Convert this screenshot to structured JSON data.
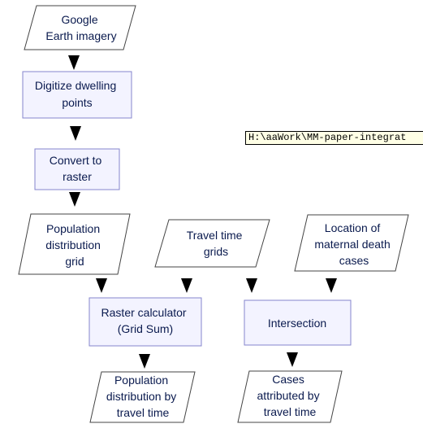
{
  "nodes": {
    "google_earth_imagery": {
      "lines": [
        "Google",
        "Earth imagery"
      ]
    },
    "digitize_dwelling_points": {
      "lines": [
        "Digitize dwelling",
        "points"
      ]
    },
    "convert_to_raster": {
      "lines": [
        "Convert to",
        "raster"
      ]
    },
    "population_distribution_grid": {
      "lines": [
        "Population",
        "distribution",
        "grid"
      ]
    },
    "travel_time_grids": {
      "lines": [
        "Travel time",
        "grids"
      ]
    },
    "location_of_maternal_death_cases": {
      "lines": [
        "Location of",
        "maternal death",
        "cases"
      ]
    },
    "raster_calculator": {
      "lines": [
        "Raster calculator",
        "(Grid Sum)"
      ]
    },
    "intersection": {
      "lines": [
        "Intersection"
      ]
    },
    "population_distribution_by_travel_time": {
      "lines": [
        "Population",
        "distribution by",
        "travel time"
      ]
    },
    "cases_attributed_by_travel_time": {
      "lines": [
        "Cases",
        "attributed by",
        "travel time"
      ]
    }
  },
  "tooltip": {
    "path_text": "H:\\aaWork\\MM-paper-integrat"
  },
  "colors": {
    "box_fill": "#f3f3ff",
    "box_stroke": "#8686cc",
    "para_stroke": "#444444",
    "text": "#0a1a4e",
    "arrow": "#000000"
  }
}
